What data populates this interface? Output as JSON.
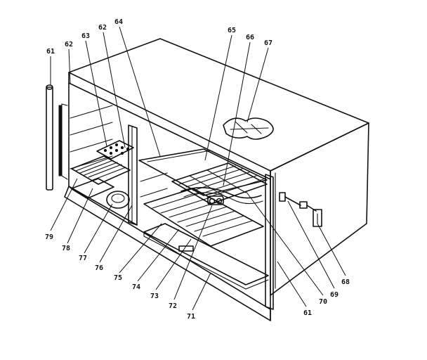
{
  "callouts": [
    {
      "id": "c1",
      "text": "61"
    },
    {
      "id": "c2",
      "text": "62"
    },
    {
      "id": "c3",
      "text": "63"
    },
    {
      "id": "c4",
      "text": "62"
    },
    {
      "id": "c5",
      "text": "64"
    },
    {
      "id": "c6",
      "text": "65"
    },
    {
      "id": "c7",
      "text": "66"
    },
    {
      "id": "c8",
      "text": "67"
    },
    {
      "id": "c9",
      "text": "79"
    },
    {
      "id": "c10",
      "text": "78"
    },
    {
      "id": "c11",
      "text": "77"
    },
    {
      "id": "c12",
      "text": "76"
    },
    {
      "id": "c13",
      "text": "75"
    },
    {
      "id": "c14",
      "text": "74"
    },
    {
      "id": "c15",
      "text": "73"
    },
    {
      "id": "c16",
      "text": "72"
    },
    {
      "id": "c17",
      "text": "71"
    },
    {
      "id": "c18",
      "text": "61"
    },
    {
      "id": "c19",
      "text": "70"
    },
    {
      "id": "c20",
      "text": "69"
    },
    {
      "id": "c21",
      "text": "68"
    }
  ]
}
